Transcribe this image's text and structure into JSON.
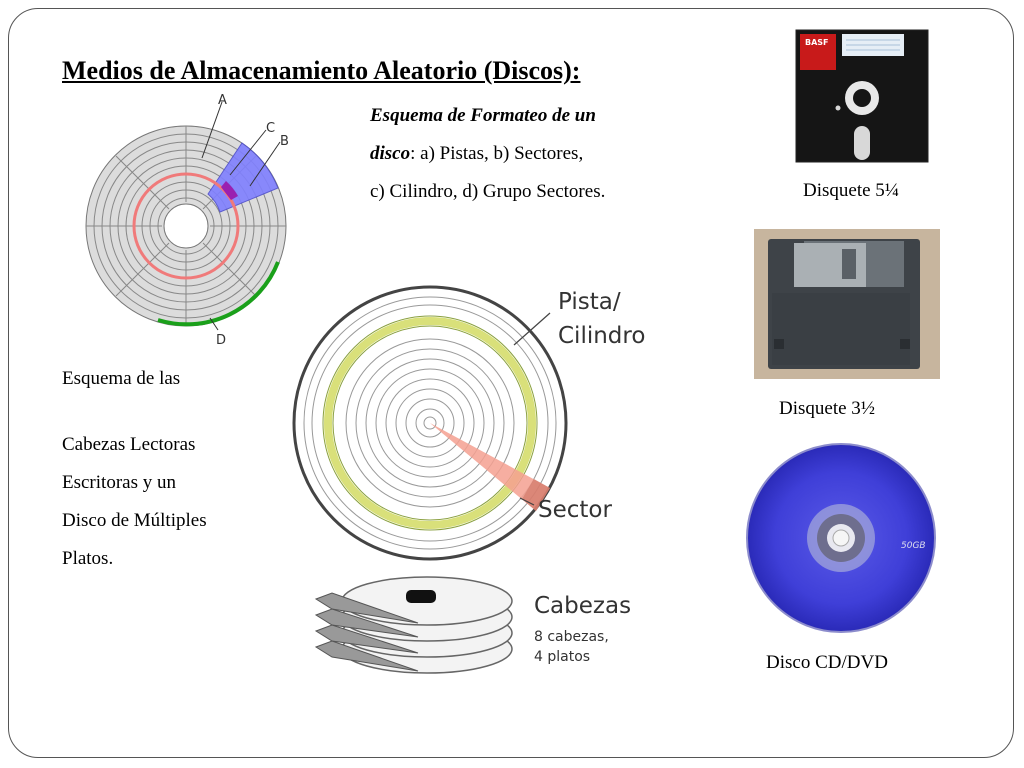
{
  "title": "Medios de Almacenamiento Aleatorio (Discos):",
  "description": {
    "line1_italic": "Esquema de Formateo de un",
    "line2_italic": "disco",
    "line2_rest": ": a) Pistas, b) Sectores,",
    "line3": "c) Cilindro, d) Grupo Sectores."
  },
  "heads_text": {
    "line1": "Esquema de las",
    "lines": [
      "Cabezas Lectoras",
      "Escritoras y un",
      "Disco de Múltiples",
      "Platos."
    ]
  },
  "format_diagram": {
    "labels": [
      "A",
      "C",
      "B",
      "D"
    ]
  },
  "track_diagram": {
    "track_label_1": "Pista/",
    "track_label_2": "Cilindro",
    "sector_label": "Sector"
  },
  "platters_diagram": {
    "heading": "Cabezas",
    "line1": "8 cabezas,",
    "line2": "4 platos"
  },
  "floppy525": {
    "caption": "Disquete 5¼",
    "brand": "BASF"
  },
  "floppy35": {
    "caption": "Disquete 3½"
  },
  "disc": {
    "caption": "Disco CD/DVD",
    "capacity": "50GB"
  },
  "colors": {
    "sector_blue": "#8080ff",
    "track_red": "#f07a7a",
    "group_green": "#1aa01a",
    "disc_blue": "#3f3fd8",
    "track_yellow": "#d9e07a"
  }
}
